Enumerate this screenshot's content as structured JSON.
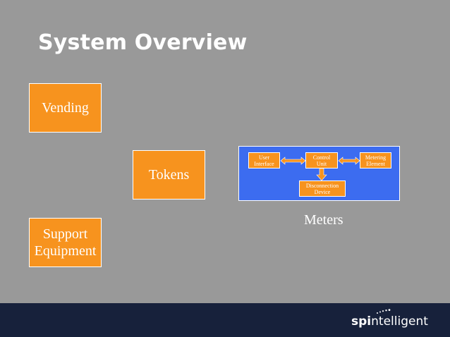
{
  "slide": {
    "title": "System Overview",
    "boxes": {
      "vending": "Vending",
      "tokens": "Tokens",
      "support_line1": "Support",
      "support_line2": "Equipment"
    },
    "meter_diagram": {
      "user_interface_line1": "User",
      "user_interface_line2": "Interface",
      "control_unit_line1": "Control",
      "control_unit_line2": "Unit",
      "metering_element_line1": "Metering",
      "metering_element_line2": "Element",
      "disconnection_device_line1": "Disconnection",
      "disconnection_device_line2": "Device",
      "caption": "Meters"
    }
  },
  "footer": {
    "logo_bold": "spi",
    "logo_rest": "ntelligent"
  },
  "colors": {
    "background": "#999999",
    "box_fill": "#f7931e",
    "meter_panel": "#3c6cf0",
    "footer": "#17213b"
  }
}
